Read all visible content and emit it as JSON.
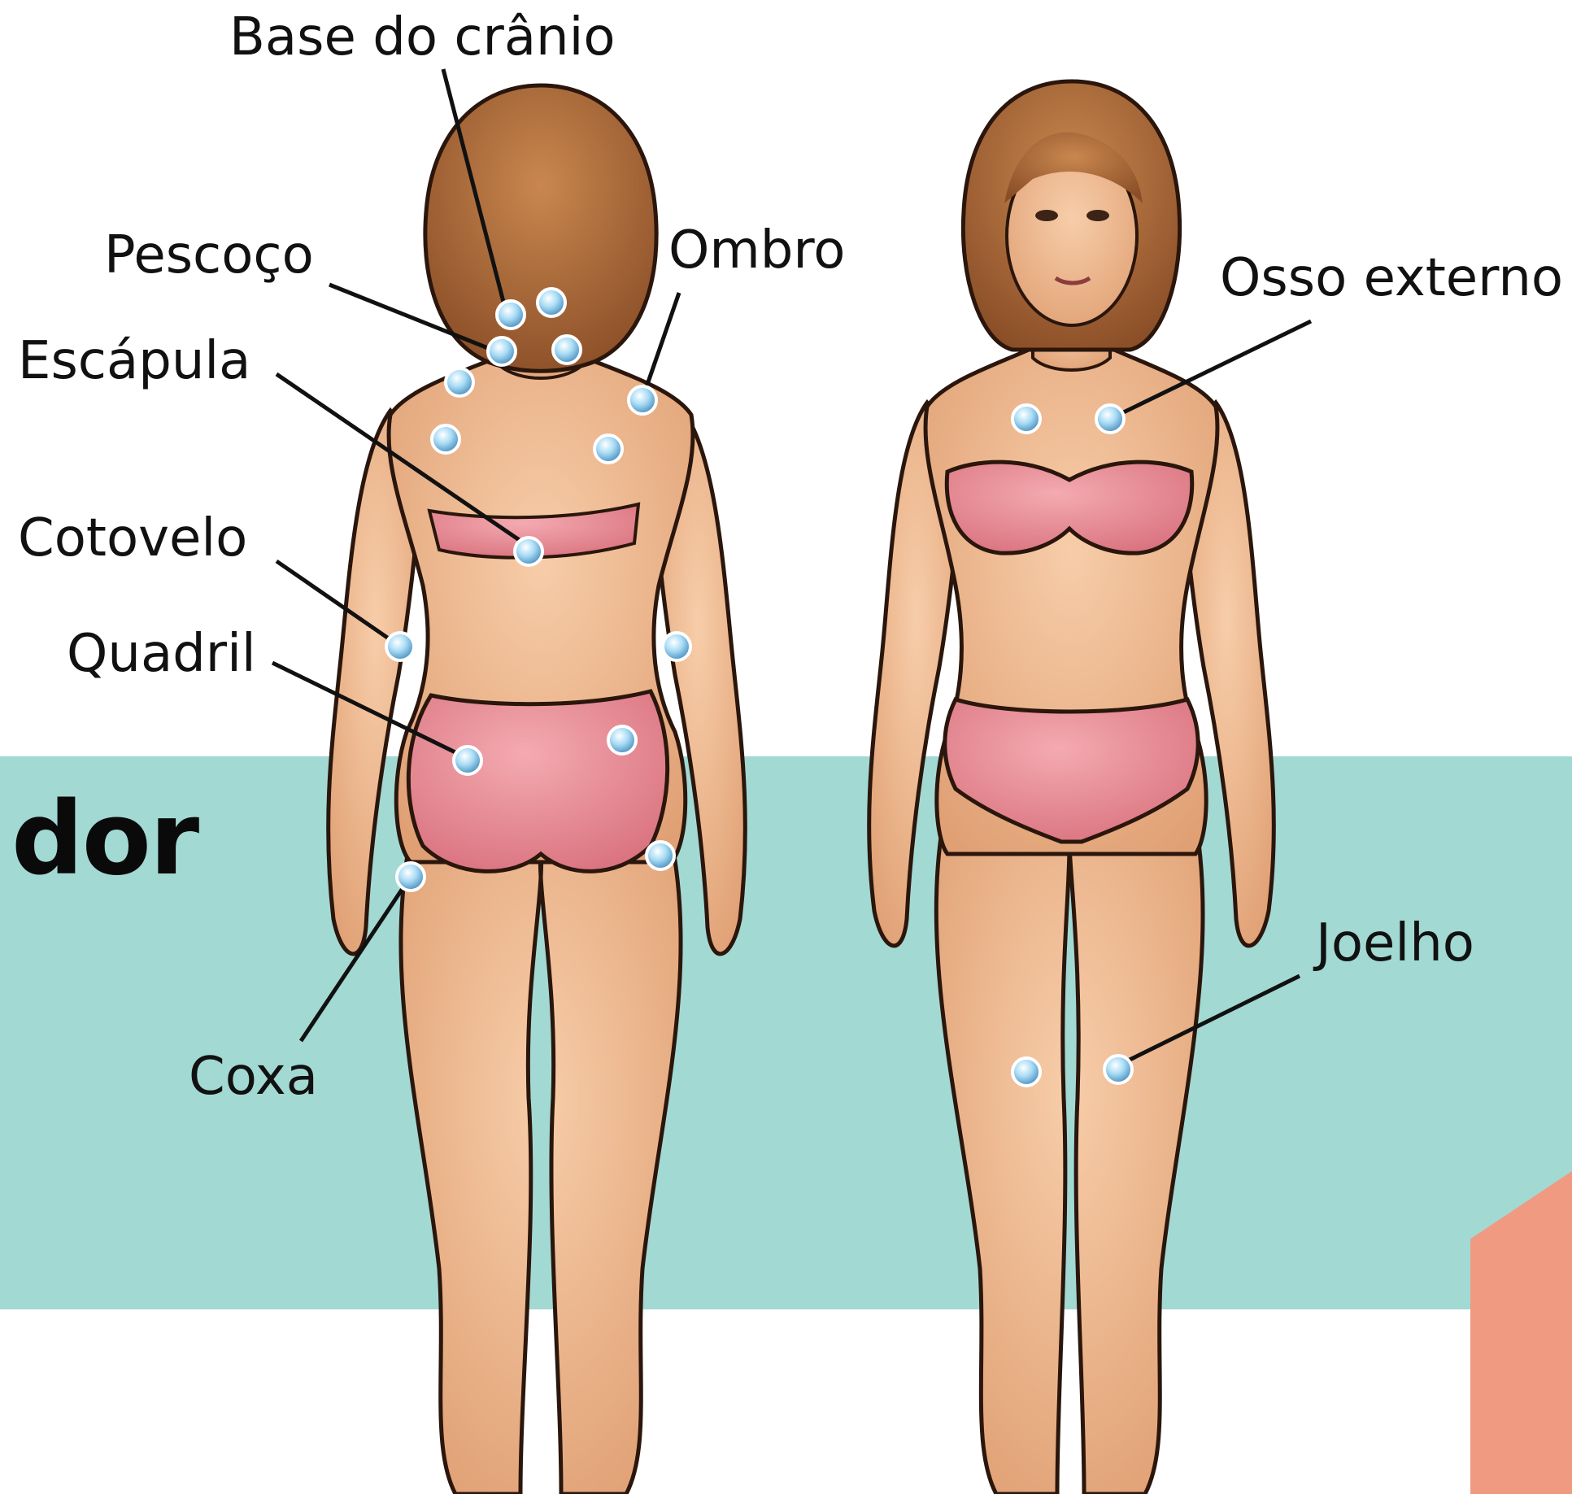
{
  "heading_word": "dor",
  "colors": {
    "teal_band": "#a2d9d3",
    "coral_accent": "#f19a82",
    "skin": "#f1b791",
    "bikini": "#e98a93",
    "hair": "#a8683c",
    "tender_point": "#9fd2ee"
  },
  "labels": {
    "base_do_cranio": "Base do crânio",
    "pescoco": "Pescoço",
    "ombro": "Ombro",
    "escapula": "Escápula",
    "cotovelo": "Cotovelo",
    "quadril": "Quadril",
    "coxa": "Coxa",
    "osso_externo": "Osso externo",
    "joelho": "Joelho"
  }
}
